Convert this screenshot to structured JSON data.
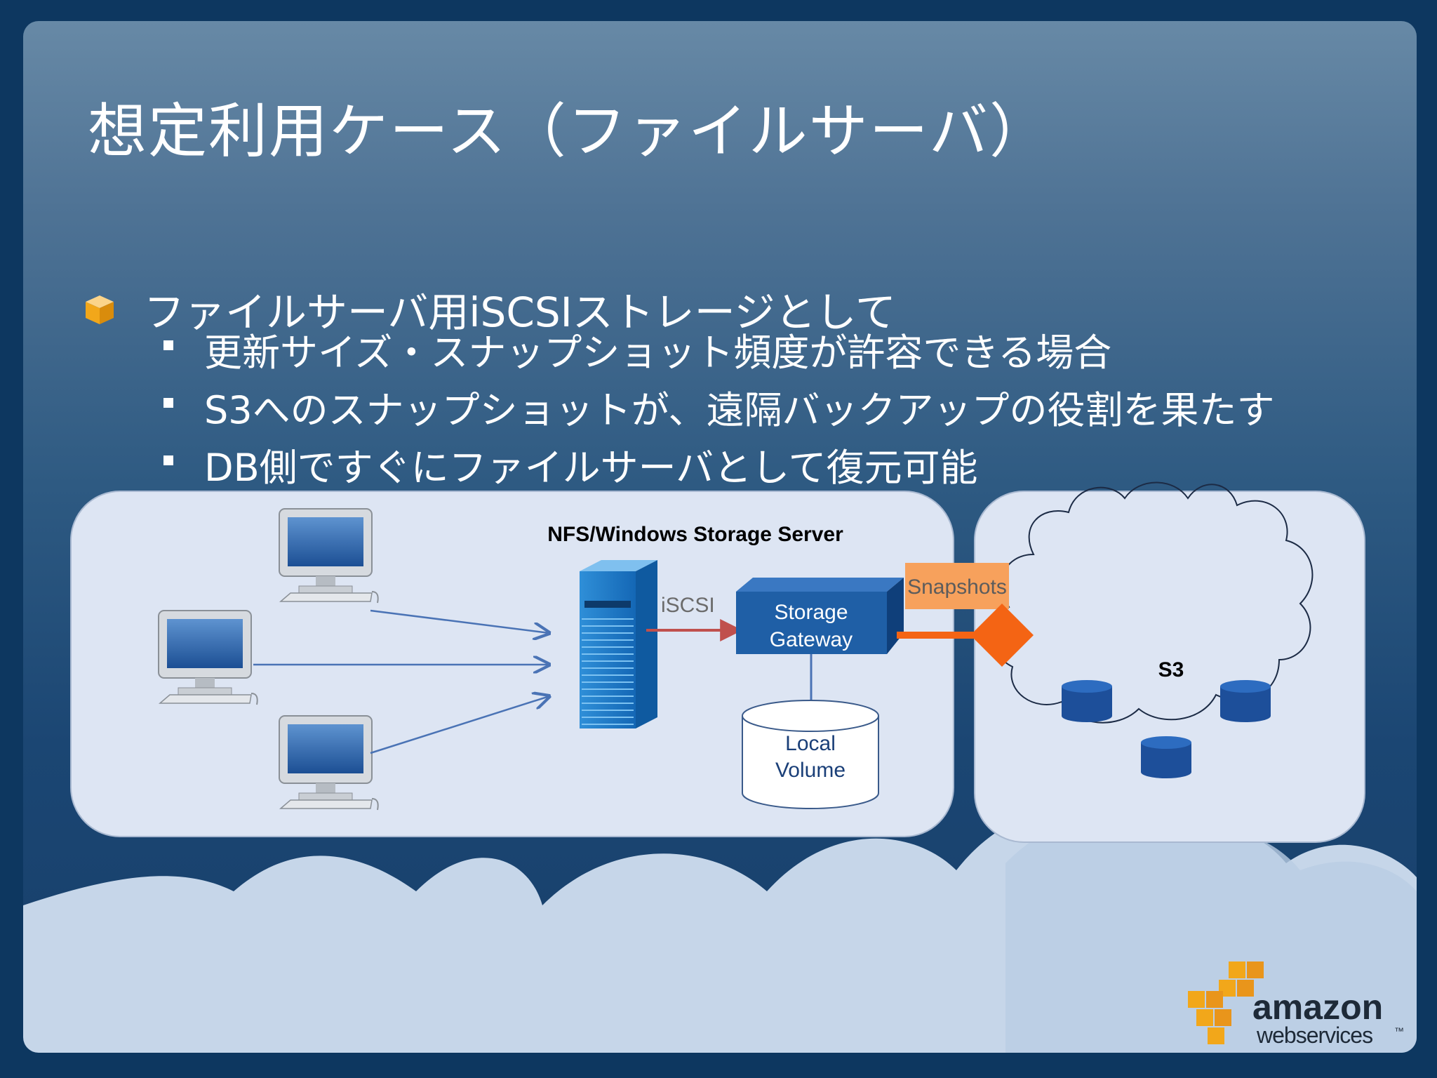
{
  "slide": {
    "title": "想定利用ケース（ファイルサーバ）",
    "bullets": {
      "main": "ファイルサーバ用iSCSIストレージとして",
      "sub": [
        "更新サイズ・スナップショット頻度が許容できる場合",
        "S3へのスナップショットが、遠隔バックアップの役割を果たす",
        "DB側ですぐにファイルサーバとして復元可能"
      ]
    }
  },
  "diagram": {
    "server_title": "NFS/Windows Storage Server",
    "iscsi_label": "iSCSI",
    "gateway_line1": "Storage",
    "gateway_line2": "Gateway",
    "snapshots_label": "Snapshots",
    "local_line1": "Local",
    "local_line2": "Volume",
    "s3_label": "S3"
  },
  "logo": {
    "word1": "amazon",
    "word2": "webservices",
    "tm": "™"
  },
  "colors": {
    "accent_orange": "#f7a15c",
    "arrow_orange": "#f46414",
    "gateway_blue": "#1f5fa6",
    "panel_fill": "#dde5f3",
    "cube_orange": "#f2a71a"
  }
}
